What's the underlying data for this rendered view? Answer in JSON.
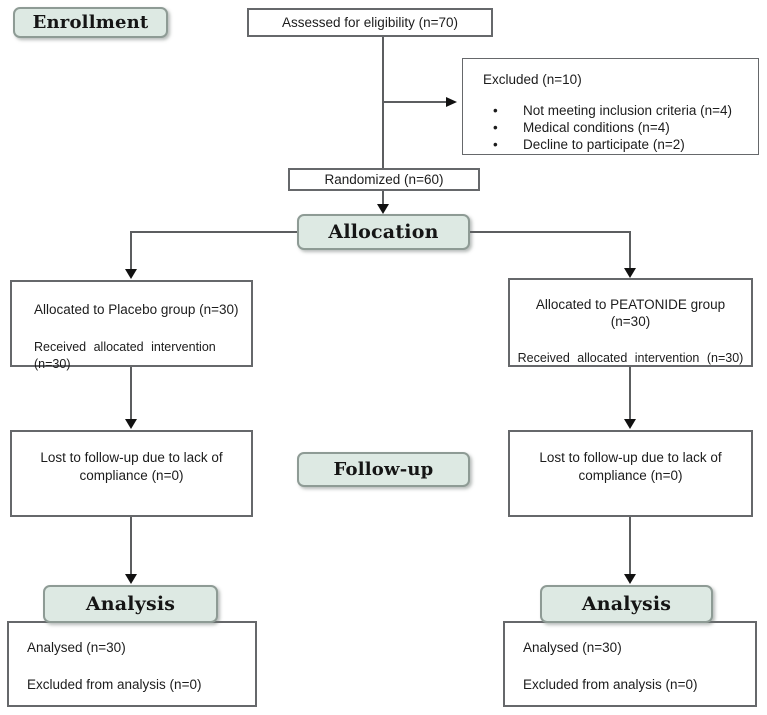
{
  "stages": {
    "enrollment": "Enrollment",
    "allocation": "Allocation",
    "followup": "Follow-up",
    "analysis_left": "Analysis",
    "analysis_right": "Analysis"
  },
  "flow": {
    "assessed": "Assessed for eligibility (n=70)",
    "excluded": {
      "title": "Excluded (n=10)",
      "items": [
        "Not meeting inclusion criteria (n=4)",
        "Medical conditions (n=4)",
        "Decline to participate (n=2)"
      ]
    },
    "randomized": "Randomized (n=60)",
    "allocation_left": {
      "line1": "Allocated to Placebo group (n=30)",
      "line2": "Received allocated intervention (n=30)"
    },
    "allocation_right": {
      "line1": "Allocated to PEATONIDE group (n=30)",
      "line2": "Received allocated intervention (n=30)"
    },
    "followup_left": "Lost to follow-up due to lack of compliance (n=0)",
    "followup_right": "Lost to follow-up due to lack of compliance (n=0)",
    "analysis_left": {
      "line1": "Analysed (n=30)",
      "line2": "Excluded from analysis (n=0)"
    },
    "analysis_right": {
      "line1": "Analysed (n=30)",
      "line2": "Excluded from analysis (n=0)"
    }
  },
  "glyphs": {
    "bullet": "•"
  },
  "colors": {
    "stage_fill": "#dde9e3",
    "stage_border": "#8e9b95",
    "box_border": "#66686b",
    "connector_line": "#5c5e60",
    "arrowhead": "#111111",
    "text": "#1c1c1c"
  }
}
